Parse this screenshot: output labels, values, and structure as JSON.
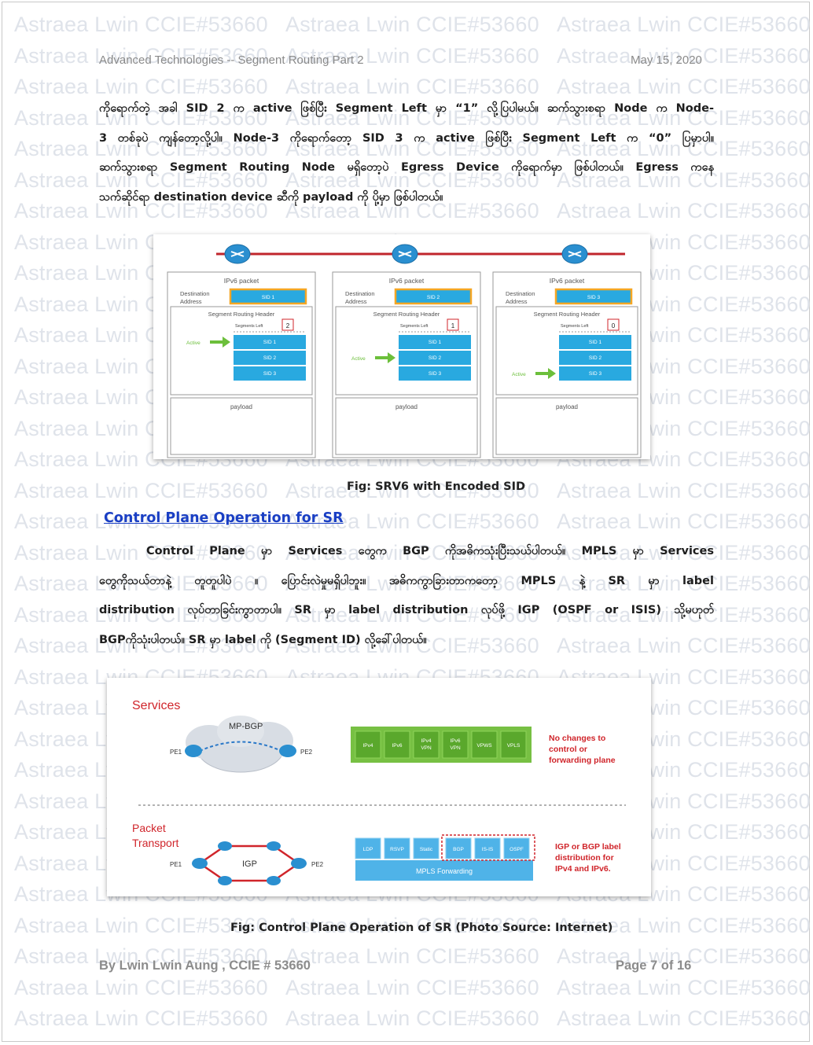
{
  "watermark": {
    "text": "Astraea Lwin CCIE#53660"
  },
  "header": {
    "title": "Advanced Technologies -- Segment Routing Part 2",
    "date": "May 15, 2020"
  },
  "paragraph1": {
    "lines": [
      "ကိုရောက်တဲ့ အခါ SID 2 က active ဖြစ်ပြီး Segment Left မှာ “1” လို့ပြပါမယ်။ ဆက်သွားစရာ Node က  Node-",
      "3 တစ်ခုပဲ ကျန်တော့လို့ပါ။ Node-3 ကိုရောက်တော့ SID 3 က active ဖြစ်ပြီး Segment Left က “0”  ပြမှာပါ။",
      "ဆက်သွားစရာ Segment Routing Node မရှိတော့ပဲ Egress Device ကိုရောက်မှာ ဖြစ်ပါတယ်။ Egress ကနေ",
      "သက်ဆိုင်ရာ destination device  ဆီကို payload ကို ပို့မှာ ဖြစ်ပါတယ်။"
    ]
  },
  "figure1": {
    "caption": "Fig:  SRV6 with Encoded SID",
    "packets": [
      {
        "title": "IPv6 packet",
        "dest_label_1": "Destination",
        "dest_label_2": "Address",
        "dest_value": "SID 1",
        "srh_label": "Segment Routing Header",
        "seg_left_label": "Segments Left",
        "seg_left_value": "2",
        "sids": [
          "SID 1",
          "SID 2",
          "SID 3"
        ],
        "active_label": "Active",
        "payload": "payload"
      },
      {
        "title": "IPv6 packet",
        "dest_label_1": "Destination",
        "dest_label_2": "Address",
        "dest_value": "SID 2",
        "srh_label": "Segment Routing Header",
        "seg_left_label": "Segments Left",
        "seg_left_value": "1",
        "sids": [
          "SID 1",
          "SID 2",
          "SID 3"
        ],
        "active_label": "Active",
        "payload": "payload"
      },
      {
        "title": "IPv6 packet",
        "dest_label_1": "Destination",
        "dest_label_2": "Address",
        "dest_value": "SID 3",
        "srh_label": "Segment Routing Header",
        "seg_left_label": "Segments Left",
        "seg_left_value": "0",
        "sids": [
          "SID 1",
          "SID 2",
          "SID 3"
        ],
        "active_label": "Active",
        "payload": "payload"
      }
    ],
    "colors": {
      "link": "#c0262c",
      "sid": "#29a9e0",
      "active": "#f5a623",
      "arrow": "#6cbf3b",
      "border": "#9a9a9a"
    }
  },
  "section": {
    "heading": "Control Plane Operation for SR"
  },
  "paragraph2": {
    "lines": [
      "Control  Plane  မှာ  Services  တွေက  BGP  ကိုအဓိကသုံးပြီးသယ်ပါတယ်။  MPLS  မှာ  Services",
      "တွေကိုသယ်တာနဲ့  တူတူပါပဲ  ။  ပြောင်းလဲမှုမရှိပါဘူး။  အဓိကကွာခြားတာကတော့  MPLS  နဲ့  SR  မှာ  label",
      "distribution  လုပ်တာခြင်းကွာတာပါ။  SR  မှာ  label  distribution  လုပ်ဖို့  IGP  (OSPF  or  ISIS)  သို့မဟုတ်",
      "BGPကိုသုံးပါတယ်။ SR မှာ label ကို (Segment ID) လို့ခေါ်ပါတယ်။"
    ]
  },
  "figure2": {
    "caption": "Fig: Control Plane Operation of SR (Photo Source: Internet)",
    "services_label": "Services",
    "cloud_label": "MP-BGP",
    "pe1": "PE1",
    "pe2": "PE2",
    "service_boxes": [
      {
        "l1": "IPv4",
        "l2": ""
      },
      {
        "l1": "IPv6",
        "l2": ""
      },
      {
        "l1": "IPv4",
        "l2": "VPN"
      },
      {
        "l1": "IPv6",
        "l2": "VPN"
      },
      {
        "l1": "VPWS",
        "l2": ""
      },
      {
        "l1": "VPLS",
        "l2": ""
      }
    ],
    "note1": [
      "No changes to",
      "control or",
      "forwarding plane"
    ],
    "packet_transport_label": [
      "Packet",
      "Transport"
    ],
    "igp_label": "IGP",
    "transport_boxes": [
      "LDP",
      "RSVP",
      "Static",
      "BGP",
      "IS-IS",
      "OSPF"
    ],
    "mpls_label": "MPLS Forwarding",
    "note2": [
      "IGP or BGP label",
      "distribution for",
      "IPv4 and IPv6."
    ],
    "colors": {
      "green": "#77c043",
      "blue": "#4fb3e8",
      "red_text": "#d0252b"
    }
  },
  "footer": {
    "author": "By Lwin Lwin Aung , CCIE # 53660",
    "page": "Page 7 of 16"
  }
}
